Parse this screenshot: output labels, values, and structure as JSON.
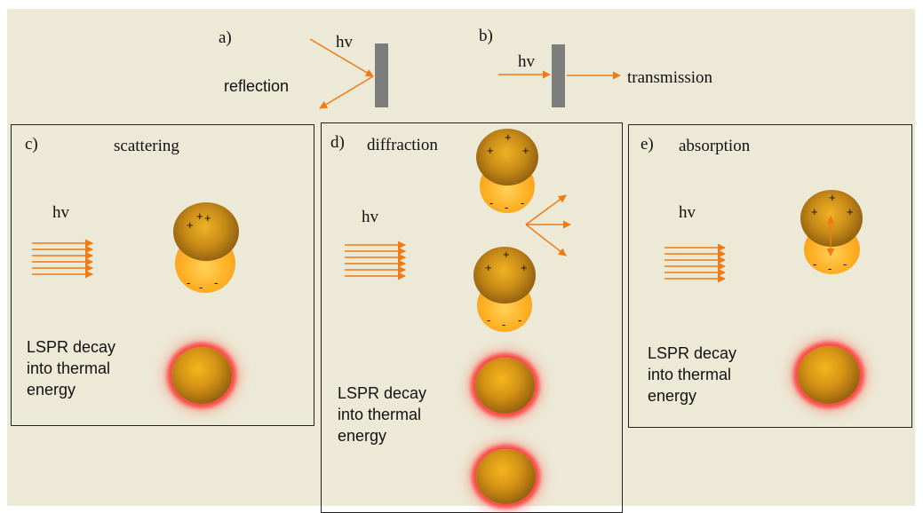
{
  "colors": {
    "background": "#ece9d6",
    "arrow": "#f07a14",
    "plate": "#7d7d7d",
    "glow": "#ff3b30"
  },
  "panel_a": {
    "letter": "a)",
    "photon": "hv",
    "label": "reflection"
  },
  "panel_b": {
    "letter": "b)",
    "photon": "hv",
    "label": "transmission"
  },
  "panel_c": {
    "letter": "c)",
    "title": "scattering",
    "photon": "hv",
    "decay": "LSPR decay\ninto thermal\nenergy"
  },
  "panel_d": {
    "letter": "d)",
    "title": "diffraction",
    "photon": "hv",
    "decay": "LSPR decay\ninto thermal\nenergy"
  },
  "panel_e": {
    "letter": "e)",
    "title": "absorption",
    "photon": "hv",
    "decay": "LSPR decay\ninto thermal\nenergy"
  },
  "charges": {
    "plus": "+",
    "minus": "-"
  }
}
